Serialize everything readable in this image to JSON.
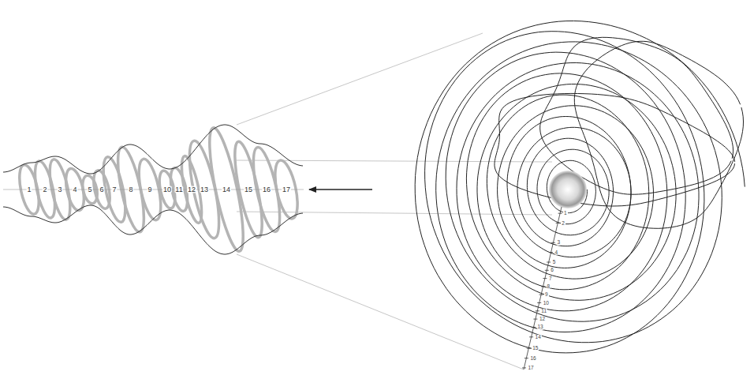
{
  "diagram": {
    "labels": [
      "1",
      "2",
      "3",
      "4",
      "5",
      "6",
      "7",
      "8",
      "9",
      "10",
      "11",
      "12",
      "13",
      "14",
      "15",
      "16",
      "17",
      "1",
      "2",
      "3",
      "4",
      "5",
      "6",
      "7",
      "8",
      "9",
      "10",
      "11",
      "12",
      "13",
      "14",
      "15",
      "16",
      "17"
    ]
  }
}
